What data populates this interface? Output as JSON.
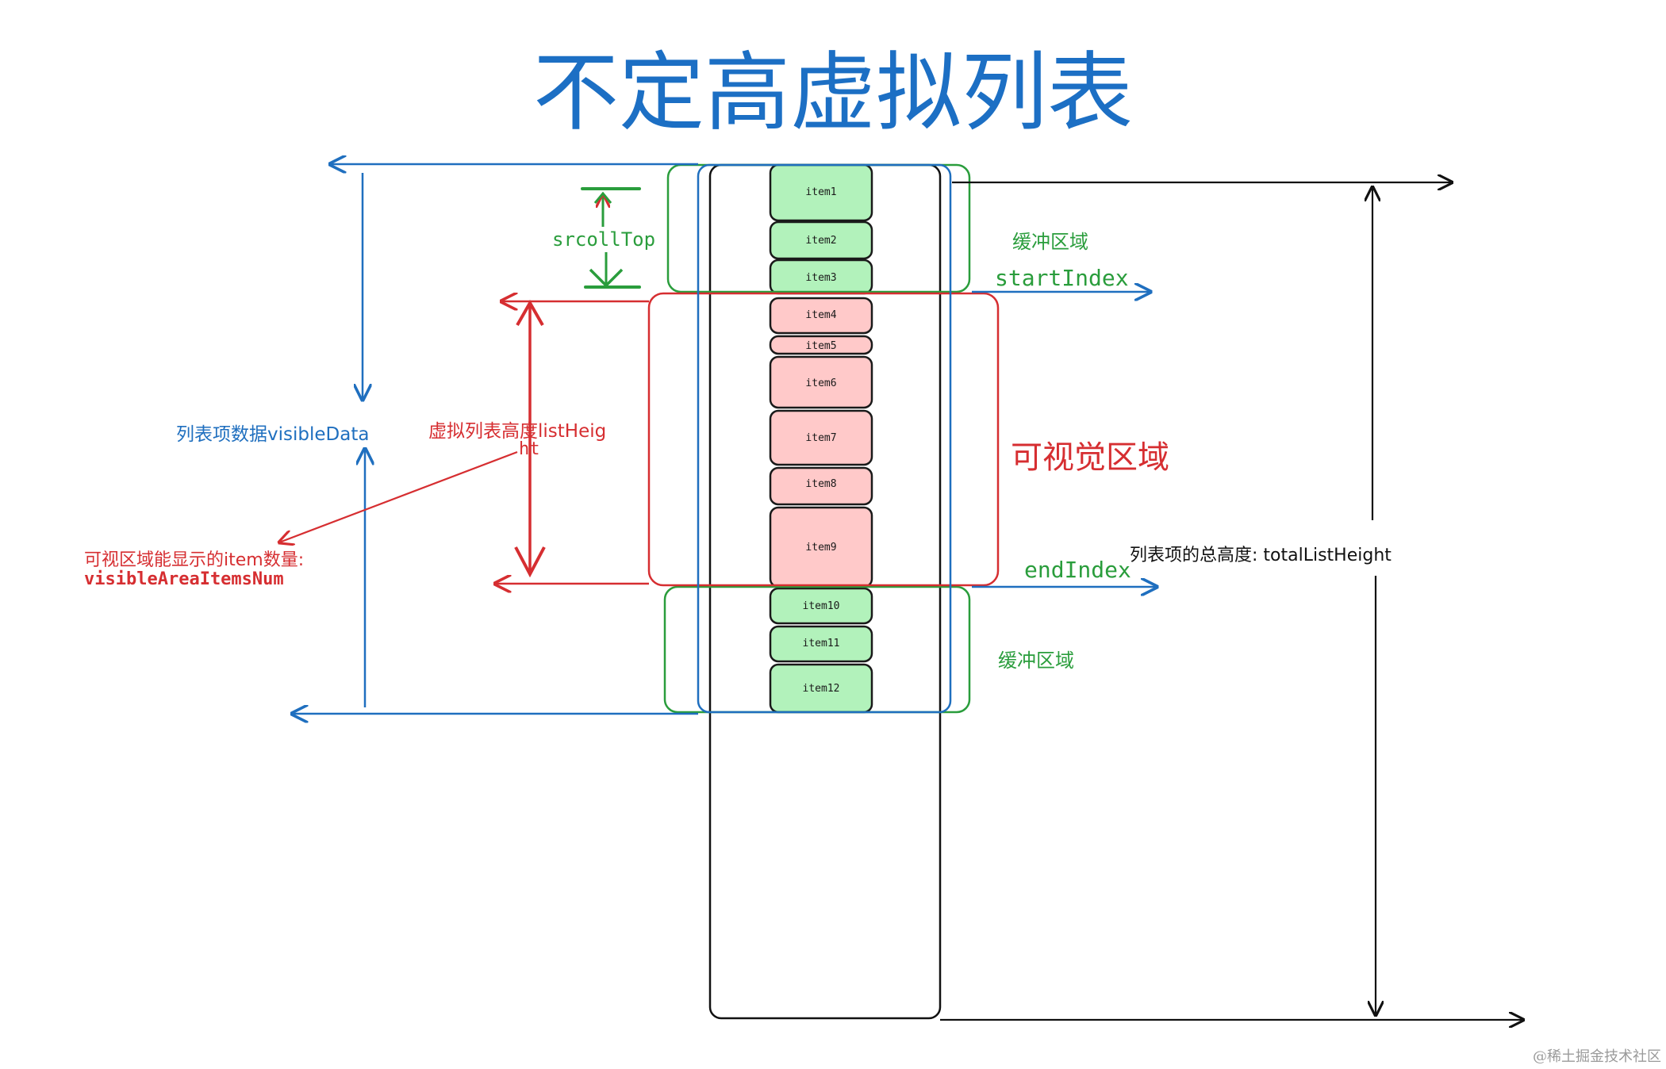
{
  "title": "不定高虚拟列表",
  "items": [
    {
      "label": "item1",
      "zone": "buffer"
    },
    {
      "label": "item2",
      "zone": "buffer"
    },
    {
      "label": "item3",
      "zone": "buffer"
    },
    {
      "label": "item4",
      "zone": "visible"
    },
    {
      "label": "item5",
      "zone": "visible"
    },
    {
      "label": "item6",
      "zone": "visible"
    },
    {
      "label": "item7",
      "zone": "visible"
    },
    {
      "label": "item8",
      "zone": "visible"
    },
    {
      "label": "item9",
      "zone": "visible"
    },
    {
      "label": "item10",
      "zone": "buffer"
    },
    {
      "label": "item11",
      "zone": "buffer"
    },
    {
      "label": "item12",
      "zone": "buffer"
    }
  ],
  "labels": {
    "scroll_top": "srcollTop",
    "buffer_top": "缓冲区域",
    "start_index": "startIndex",
    "visible_area": "可视觉区域",
    "end_index": "endIndex",
    "buffer_bottom": "缓冲区域",
    "visible_data": "列表项数据visibleData",
    "list_height_line1": "虚拟列表高度listHeig",
    "list_height_line2": "ht",
    "items_num_line1": "可视区域能显示的item数量:",
    "items_num_line2": "visibleAreaItemsNum",
    "total_height": "列表项的总高度: totalListHeight"
  },
  "watermark": "@稀土掘金技术社区",
  "colors": {
    "title": "#1c6fc4",
    "blue": "#1f6fbf",
    "red": "#d62e31",
    "green": "#2a9d3c",
    "buffer_fill": "#b2f2bb",
    "visible_fill": "#ffc9c9",
    "black": "#111111"
  }
}
